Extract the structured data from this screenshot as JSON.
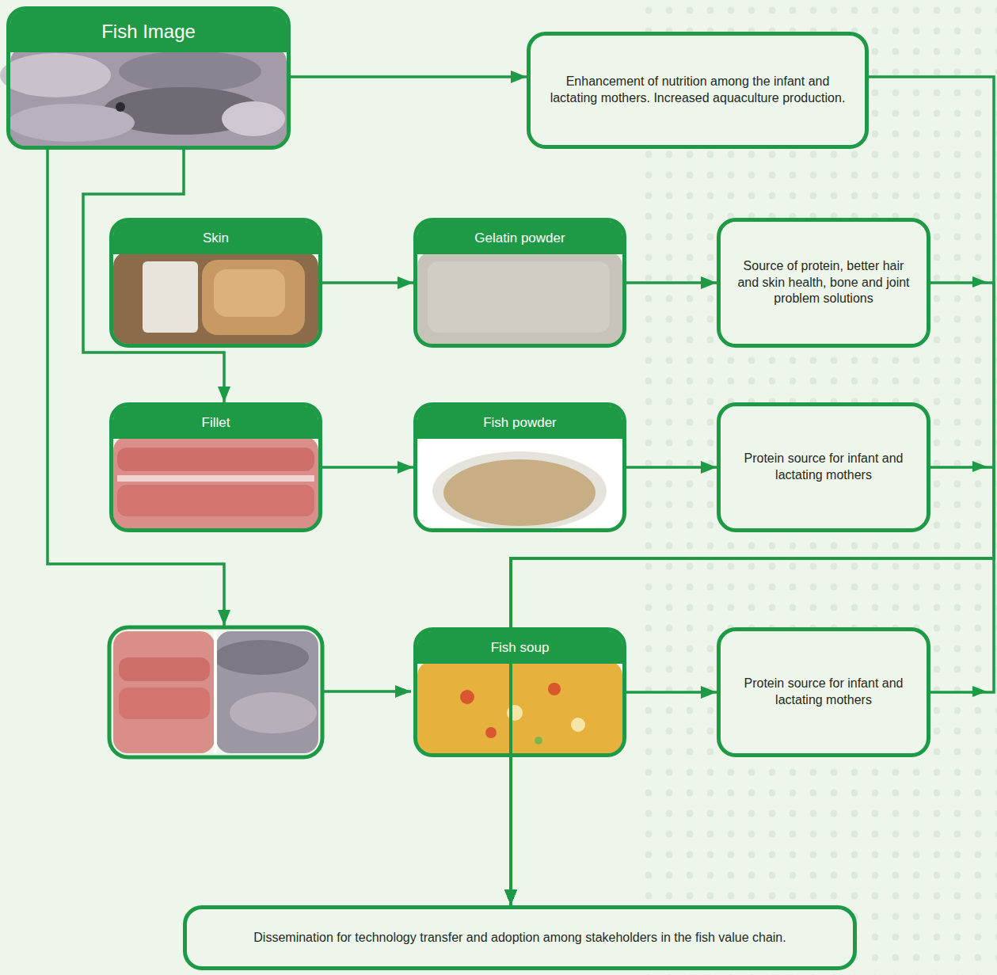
{
  "diagram": {
    "nodes": [
      {
        "text": [
          "Fish Image"
        ]
      },
      {
        "text": [
          "Enhancement of nutrition among the infant and lactating mothers. Increased aquaculture production."
        ]
      },
      {
        "text": [
          "Skin"
        ]
      },
      {
        "text": [
          "Gelatin powder"
        ]
      },
      {
        "text": [
          "Source of protein, better hair and skin health, bone and joint problem solutions"
        ]
      },
      {
        "text": [
          "Fillet"
        ]
      },
      {
        "text": [
          "Fish powder"
        ]
      },
      {
        "text": [
          "Protein source for infant and lactating mothers"
        ]
      },
      {
        "text": [
          "Fish soup"
        ]
      },
      {
        "text": [
          "Protein source for infant and lactating mothers"
        ]
      },
      {
        "text": [
          "Dissemination for technology transfer and adoption among stakeholders in the fish value chain."
        ]
      }
    ],
    "edges": [
      {
        "from": 0,
        "to": 1,
        "arrow": "to"
      },
      {
        "from": 0,
        "to": 5,
        "arrow": "to"
      },
      {
        "from": 2,
        "to": 3,
        "arrow": "to"
      },
      {
        "from": 3,
        "to": 4,
        "arrow": "to"
      },
      {
        "from": 5,
        "to": 6,
        "arrow": "to"
      },
      {
        "from": 6,
        "to": 7,
        "arrow": "to"
      },
      {
        "from": 8,
        "to": 9,
        "arrow": "to"
      },
      {
        "from": 1,
        "to": 10,
        "arrow": "to"
      },
      {
        "from": 4,
        "to": 10,
        "arrow": "to"
      },
      {
        "from": 7,
        "to": 10,
        "arrow": "to"
      },
      {
        "from": 9,
        "to": 10,
        "arrow": "to"
      }
    ]
  }
}
